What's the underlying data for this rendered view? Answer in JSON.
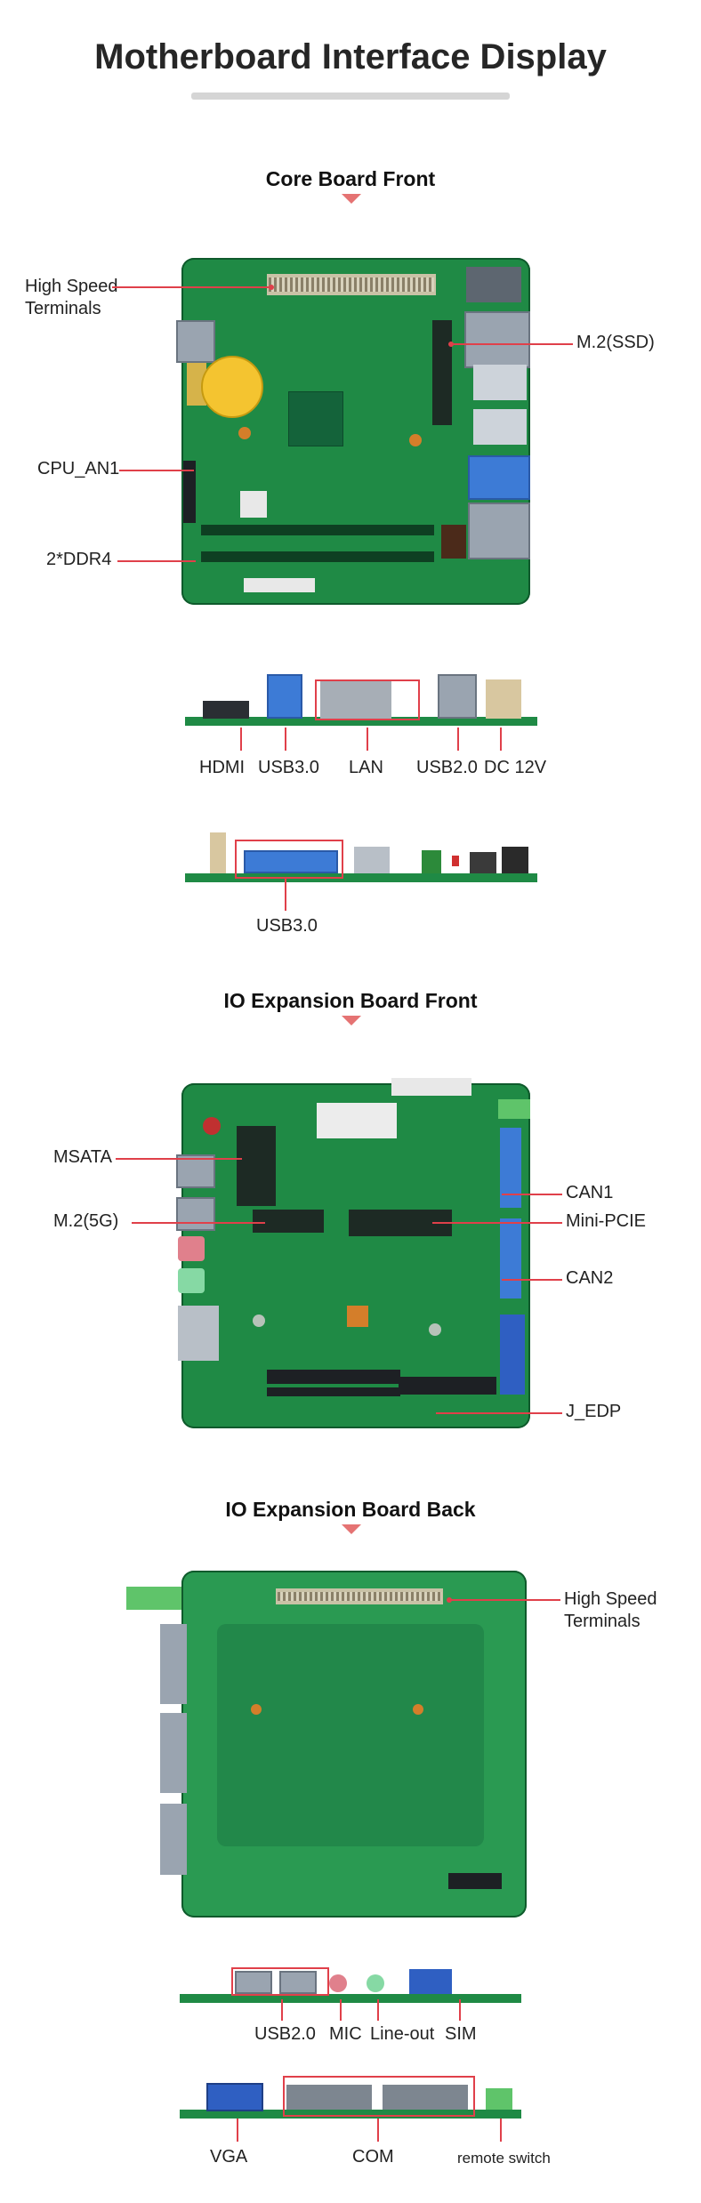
{
  "page_title": "Motherboard Interface Display",
  "colors": {
    "accent": "#e0404a",
    "board_green": "#1f8a45",
    "pcb_dark": "#0f5a2c"
  },
  "sections": [
    {
      "heading": "Core Board Front",
      "labels": {
        "high_speed": "High Speed\nTerminals",
        "m2_ssd": "M.2(SSD)",
        "cpu_fan": "CPU_AN1",
        "ddr4": "2*DDR4"
      },
      "rear_io": [
        "HDMI",
        "USB3.0",
        "LAN",
        "USB2.0",
        "DC 12V"
      ],
      "front_io": [
        "USB3.0"
      ]
    },
    {
      "heading": "IO Expansion Board Front",
      "labels": {
        "msata": "MSATA",
        "m2_5g": "M.2(5G)",
        "can1": "CAN1",
        "mini_pcie": "Mini-PCIE",
        "can2": "CAN2",
        "j_edp": "J_EDP"
      }
    },
    {
      "heading": "IO Expansion Board Back",
      "labels": {
        "high_speed": "High Speed\nTerminals"
      },
      "io_row1": [
        "USB2.0",
        "MIC",
        "Line-out",
        "SIM"
      ],
      "io_row2": [
        "VGA",
        "COM",
        "remote switch"
      ]
    }
  ]
}
